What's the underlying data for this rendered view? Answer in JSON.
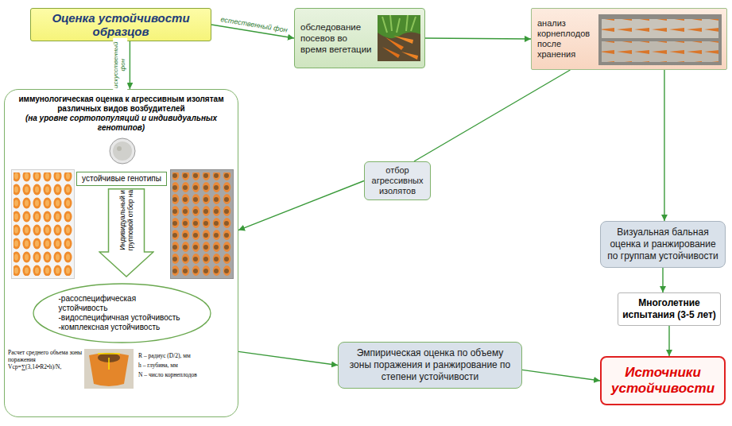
{
  "diagram": {
    "nodes": [
      {
        "text": [
          "Оценка устойчивости образцов"
        ]
      },
      {
        "text": [
          "обследование посевов во время вегетации"
        ]
      },
      {
        "text": [
          "анализ корнеплодов после хранения"
        ]
      },
      {
        "text": [
          "иммунологическая оценка к агрессивным изолятам различных видов возбудителей",
          "(на уровне сортопопуляций и индивидуальных генотипов)"
        ]
      },
      {
        "text": [
          "устойчивые генотипы"
        ],
        "in": 3
      },
      {
        "text": [
          "Индивидуальный и групповой отбор на"
        ],
        "in": 3
      },
      {
        "text": [
          "-расоспецифическая устойчивость",
          "-видоспецифичная устойчивость",
          "-комплексная устойчивость"
        ],
        "in": 3
      },
      {
        "text": [
          "отбор агрессивных изолятов"
        ]
      },
      {
        "text": [
          "Визуальная бальная оценка и ранжирование по группам устойчивости"
        ]
      },
      {
        "text": [
          "Многолетние испытания (3-5 лет)"
        ]
      },
      {
        "text": [
          "Эмпирическая оценка по объему зоны поражения и ранжирование по степени устойчивости"
        ]
      },
      {
        "text": [
          "Источники устойчивости"
        ]
      }
    ],
    "edges": [
      {
        "from": 0,
        "to": 1,
        "label": "естественный фон",
        "arrow": "to"
      },
      {
        "from": 0,
        "to": 3,
        "label": "искусственный фон",
        "arrow": "to"
      },
      {
        "from": 1,
        "to": 2,
        "arrow": "to"
      },
      {
        "from": 2,
        "to": 7,
        "arrow": "none"
      },
      {
        "from": 7,
        "to": 3,
        "arrow": "to"
      },
      {
        "from": 2,
        "to": 8,
        "arrow": "to"
      },
      {
        "from": 8,
        "to": 9,
        "arrow": "to"
      },
      {
        "from": 9,
        "to": 11,
        "arrow": "to"
      },
      {
        "from": 3,
        "to": 10,
        "arrow": "to"
      },
      {
        "from": 10,
        "to": 11,
        "arrow": "to"
      }
    ],
    "labels": [
      "Расчет среднего объема зоны поражения Vср=∑(3,14•R2•h)/N,",
      "R – радиус (D/2), мм",
      "h – глубина, мм",
      "N – число корнеплодов"
    ]
  }
}
